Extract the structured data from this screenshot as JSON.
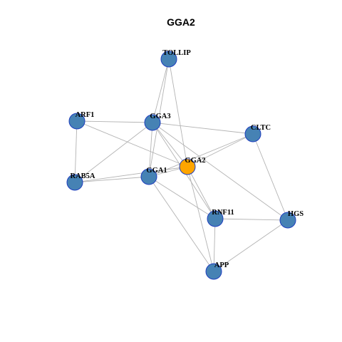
{
  "graph": {
    "title": "GGA2",
    "colors": {
      "node_fill": "#4682b4",
      "node_border": "#1f3fbf",
      "center_fill": "#ffa500",
      "edge": "#b3b3b3"
    },
    "nodes": [
      {
        "id": "TOLLIP",
        "label": "TOLLIP"
      },
      {
        "id": "ARF1",
        "label": "ARF1"
      },
      {
        "id": "GGA3",
        "label": "GGA3"
      },
      {
        "id": "CLTC",
        "label": "CLTC"
      },
      {
        "id": "GGA2",
        "label": "GGA2",
        "center": true
      },
      {
        "id": "RAB5A",
        "label": "RAB5A"
      },
      {
        "id": "GGA1",
        "label": "GGA1"
      },
      {
        "id": "RNF11",
        "label": "RNF11"
      },
      {
        "id": "HGS",
        "label": "HGS"
      },
      {
        "id": "APP",
        "label": "APP"
      }
    ],
    "edges": [
      [
        "TOLLIP",
        "GGA3"
      ],
      [
        "TOLLIP",
        "GGA1"
      ],
      [
        "TOLLIP",
        "GGA2"
      ],
      [
        "ARF1",
        "GGA3"
      ],
      [
        "ARF1",
        "GGA2"
      ],
      [
        "ARF1",
        "RAB5A"
      ],
      [
        "GGA3",
        "CLTC"
      ],
      [
        "GGA3",
        "GGA2"
      ],
      [
        "GGA3",
        "GGA1"
      ],
      [
        "GGA3",
        "RAB5A"
      ],
      [
        "GGA3",
        "RNF11"
      ],
      [
        "GGA3",
        "HGS"
      ],
      [
        "CLTC",
        "GGA2"
      ],
      [
        "CLTC",
        "GGA1"
      ],
      [
        "CLTC",
        "HGS"
      ],
      [
        "GGA2",
        "GGA1"
      ],
      [
        "GGA2",
        "RAB5A"
      ],
      [
        "GGA2",
        "RNF11"
      ],
      [
        "GGA2",
        "APP"
      ],
      [
        "RAB5A",
        "GGA1"
      ],
      [
        "GGA1",
        "RNF11"
      ],
      [
        "GGA1",
        "APP"
      ],
      [
        "RNF11",
        "HGS"
      ],
      [
        "RNF11",
        "APP"
      ],
      [
        "HGS",
        "APP"
      ]
    ]
  }
}
